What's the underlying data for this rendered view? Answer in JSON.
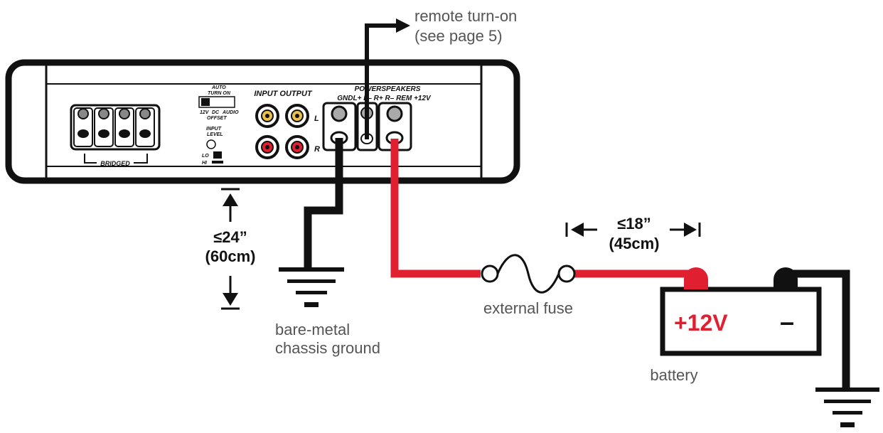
{
  "labels": {
    "remote_line1": "remote turn-on",
    "remote_line2": "(see page 5)",
    "ground_line1": "bare-metal",
    "ground_line2": "chassis ground",
    "fuse": "external fuse",
    "battery": "battery",
    "battery_plus": "+12V",
    "battery_minus": "–",
    "dist_ground_line1": "≤24”",
    "dist_ground_line2": "(60cm)",
    "dist_fuse_line1": "≤18”",
    "dist_fuse_line2": "(45cm)"
  },
  "panel": {
    "bridged": "BRIDGED",
    "input_output": "INPUT OUTPUT",
    "powerspeakers": "POWERSPEAKERS",
    "terminals": "GNDL+ L– R+ R– REM +12V",
    "channel_l": "L",
    "channel_r": "R",
    "switch_auto": "AUTO",
    "switch_turn_on": "TURN ON",
    "switch_12v": "12V",
    "switch_dc": "DC",
    "switch_audio": "AUDIO",
    "switch_offset": "OFFSET",
    "input_level_1": "INPUT",
    "input_level_2": "LEVEL",
    "lo": "LO",
    "hi": "HI"
  },
  "colors": {
    "power_wire": "#e02030",
    "ground_wire": "#111111",
    "battery_positive_text": "#e02030"
  }
}
